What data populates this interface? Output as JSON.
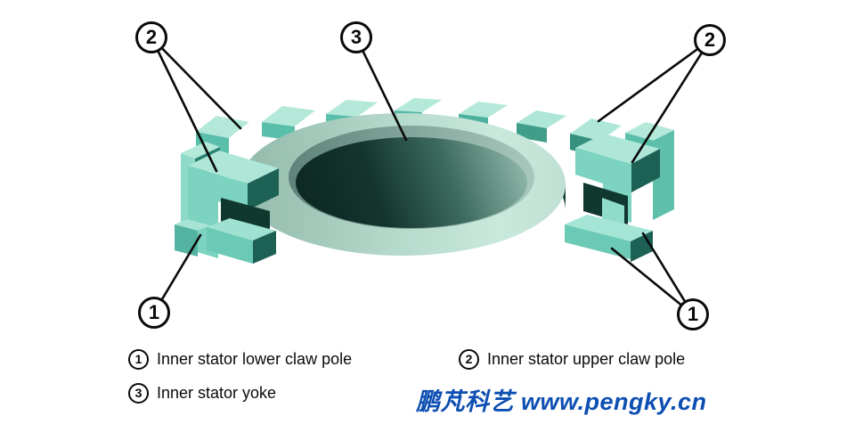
{
  "figure": {
    "type": "3d-part-diagram",
    "subject": "Inner stator claw pole assembly",
    "callouts": [
      {
        "id": "callout-2-left",
        "label": "2"
      },
      {
        "id": "callout-3-top",
        "label": "3"
      },
      {
        "id": "callout-2-right",
        "label": "2"
      },
      {
        "id": "callout-1-left",
        "label": "1"
      },
      {
        "id": "callout-1-right",
        "label": "1"
      }
    ],
    "legend": [
      {
        "number": "1",
        "label": "Inner stator lower claw pole"
      },
      {
        "number": "2",
        "label": "Inner stator upper claw pole"
      },
      {
        "number": "3",
        "label": "Inner stator yoke"
      }
    ],
    "watermark": "鹏芃科艺 www.pengky.cn",
    "colors": {
      "model_light": "#d0efe3",
      "model_mid": "#7bd3c0",
      "model_dark": "#1d6155",
      "hole_dark": "#0b2620",
      "leader_line": "#0a0a0a",
      "watermark_blue": "#0d4fb2",
      "background": "#ffffff"
    }
  }
}
